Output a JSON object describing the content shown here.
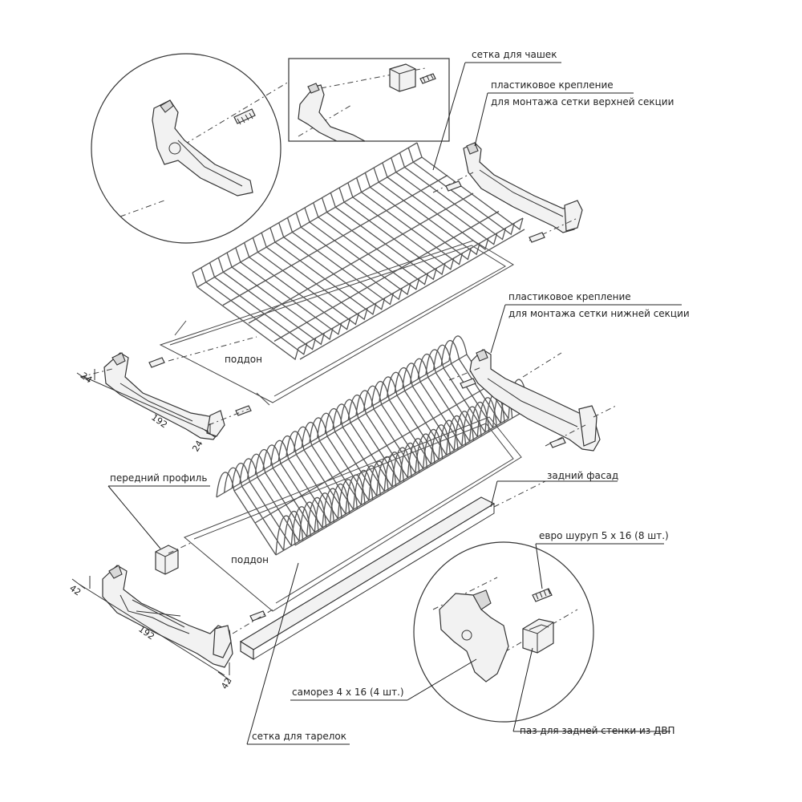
{
  "labels": {
    "cup_rack": "сетка для чашек",
    "upper_mount_1": "пластиковое крепление",
    "upper_mount_2": "для монтажа сетки верхней секции",
    "lower_mount_1": "пластиковое крепление",
    "lower_mount_2": "для монтажа сетки нижней секции",
    "tray_upper": "поддон",
    "tray_lower": "поддон",
    "front_profile": "передний профиль",
    "rear_facade": "задний фасад",
    "euro_screw": "евро шуруп 5 х 16 (8 шт.)",
    "self_tapping_screw": "саморез 4 х 16 (4 шт.)",
    "plate_rack": "сетка для тарелок",
    "hdf_groove": "паз для задней стенки из ДВП"
  },
  "dimensions": {
    "upper_left": "24",
    "upper_length": "192",
    "upper_right": "24",
    "lower_left": "42",
    "lower_length": "192",
    "lower_right": "42"
  },
  "colors": {
    "line": "#333333",
    "part_fill": "#f2f2f2",
    "background": "#ffffff"
  }
}
